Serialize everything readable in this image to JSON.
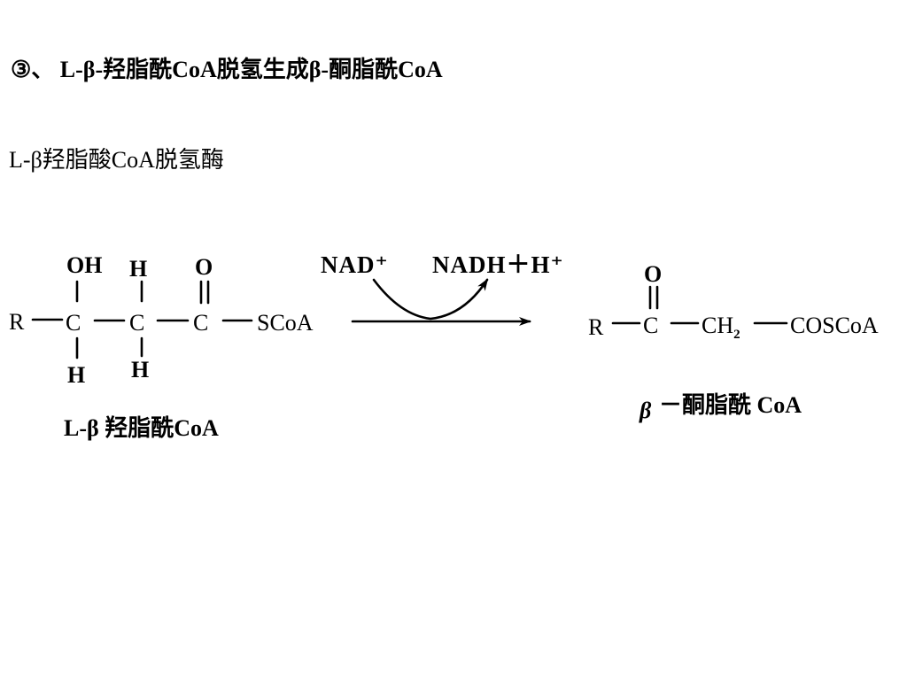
{
  "title": "③、 L-β-羟脂酰CoA脱氢生成β-酮脂酰CoA",
  "enzyme": "L-β羟脂酸CoA脱氢酶",
  "reactant": {
    "oh": "OH",
    "h_top": "H",
    "o_top": "O",
    "r": "R",
    "c1": "C",
    "c2": "C",
    "c3": "C",
    "scoa": "SCoA",
    "h_bottom_1": "H",
    "h_bottom_2": "H",
    "name": "L-β 羟脂酰CoA"
  },
  "cofactors": {
    "left": "NAD⁺",
    "right": "NADH＋H⁺"
  },
  "product": {
    "o_top": "O",
    "r": "R",
    "c": "C",
    "ch2": "CH",
    "ch2_sub": "2",
    "coscoa": "COSCoA",
    "name_beta": "β",
    "name_rest": "－酮脂酰 CoA"
  }
}
